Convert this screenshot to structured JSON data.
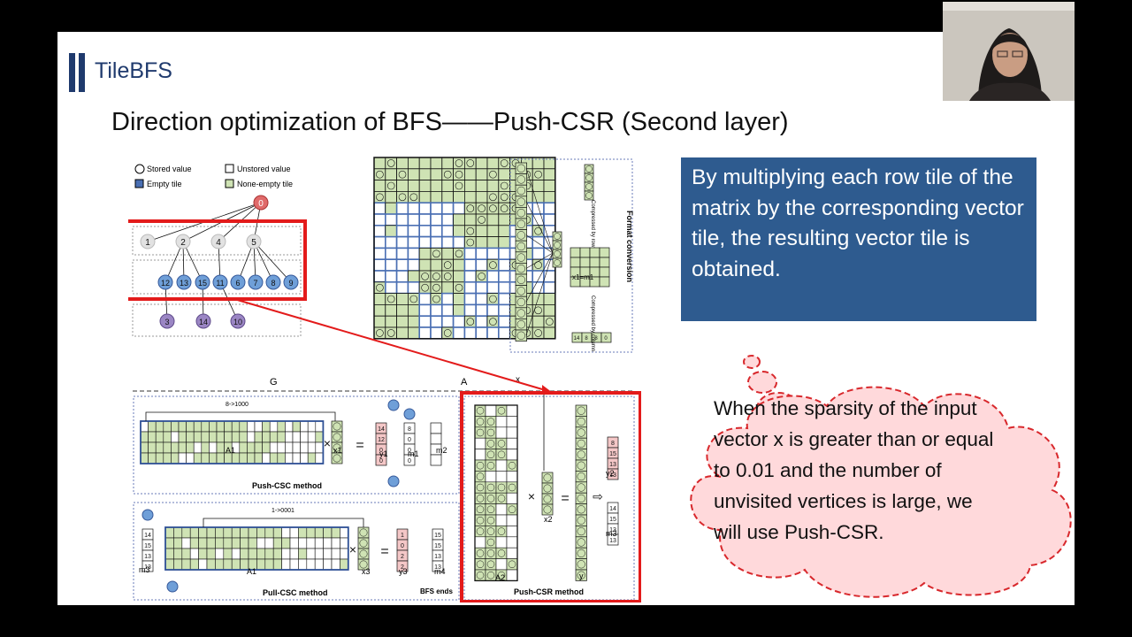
{
  "header": {
    "brand": "TileBFS",
    "title": "Direction optimization of BFS——Push-CSR (Second layer)"
  },
  "callout": {
    "text": "By multiplying each row tile of the matrix by the corresponding vector tile, the resulting vector tile is obtained."
  },
  "thought": {
    "text": "When the sparsity of the input vector x is greater than or equal to 0.01 and the number of unvisited vertices is large, we will use Push-CSR."
  },
  "figure": {
    "legend": {
      "stored": "Stored value",
      "unstored": "Unstored value",
      "empty": "Empty tile",
      "nonempty": "None-empty tile"
    },
    "graph": {
      "root": "0",
      "layer1": [
        "1",
        "2",
        "4",
        "5"
      ],
      "layer2": [
        "12",
        "13",
        "15",
        "11",
        "6",
        "7",
        "8",
        "9"
      ],
      "layer3": [
        "3",
        "14",
        "10"
      ],
      "label": "G"
    },
    "labels": {
      "A": "A",
      "x": "x",
      "x1m1": "x1=m1",
      "format_conversion": "Format conversion",
      "compressed_by_row": "Compressed by row",
      "compressed_by_column": "Compressed by column",
      "A1": "A1",
      "x1": "x1",
      "y1": "y1",
      "m1": "m1",
      "m2": "m2",
      "push_csc": "Push-CSC method",
      "pull_csc": "Pull-CSC method",
      "push_csr": "Push-CSR method",
      "A2": "A2",
      "x2": "x2",
      "y": "y",
      "y2": "y2",
      "m3": "m3",
      "x3": "x3",
      "y3": "y3",
      "m4": "m4",
      "bfs_ends": "BFS ends",
      "arrow1": "8->1000",
      "arrow2": "1->0001",
      "eq": "=",
      "times": "×"
    },
    "y1_values": [
      "14",
      "12",
      "0",
      "0"
    ],
    "m1_values": [
      "8",
      "0",
      "0",
      "0"
    ],
    "y2_values": [
      "8",
      "15",
      "13",
      "13"
    ],
    "m3_values": [
      "14",
      "15",
      "13",
      "13"
    ],
    "y3_values": [
      "1",
      "0",
      "2",
      "2"
    ],
    "m4_values": [
      "15",
      "15",
      "13",
      "13"
    ],
    "pull_side_values": [
      "14",
      "15",
      "13",
      "13"
    ],
    "bottom_vector": [
      "14",
      "8",
      "8",
      "0"
    ]
  },
  "colors": {
    "brand": "#1f3a6d",
    "callout_bg": "#2e5b8f",
    "highlight": "#e31b1b",
    "cloud_fill": "#ffd9db",
    "cloud_stroke": "#d8282c",
    "tile_green": "#cfe3b4",
    "tile_blue": "#4a6fb3"
  }
}
